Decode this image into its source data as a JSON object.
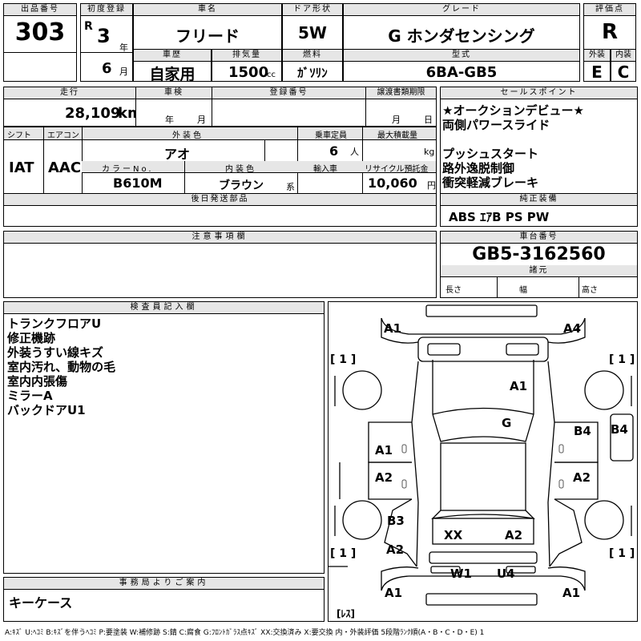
{
  "header": {
    "lot_label": "出品番号",
    "lot": "303",
    "first_reg_label": "初度登録",
    "era": "R",
    "year": "3",
    "year_unit": "年",
    "month": "6",
    "month_unit": "月",
    "car_name_label": "車名",
    "car_name": "フリード",
    "door_label": "ドア形状",
    "door": "5W",
    "grade_label": "グレード",
    "grade": "G ホンダセンシング",
    "score_label": "評価点",
    "score": "R",
    "history_label": "車歴",
    "history": "自家用",
    "displacement_label": "排気量",
    "displacement": "1500",
    "displacement_unit": "cc",
    "fuel_label": "燃料",
    "fuel": "ｶﾞｿﾘﾝ",
    "model_label": "型式",
    "model": "6BA-GB5",
    "exterior_label": "外装",
    "exterior": "E",
    "interior_label": "内装",
    "interior": "C"
  },
  "row2": {
    "mileage_label": "走行",
    "mileage": "28,109",
    "mileage_unit": "km",
    "inspection_label": "車検",
    "insp_year": "年",
    "insp_month": "月",
    "registration_label": "登録番号",
    "transfer_label": "譲渡書類期限",
    "transfer_month": "月",
    "transfer_day": "日"
  },
  "row3": {
    "shift_label": "シフト",
    "shift": "IAT",
    "ac_label": "エアコン",
    "ac": "AAC",
    "color_label": "外装色",
    "color": "アオ",
    "capacity_label": "乗車定員",
    "capacity": "6",
    "capacity_unit": "人",
    "max_load_label": "最大積載量",
    "max_load_unit": "kg",
    "color_no_label": "カラーNo.",
    "color_no": "B610M",
    "interior_color_label": "内装色",
    "interior_color": "ブラウン",
    "interior_color_unit": "系",
    "import_label": "輸入車",
    "recycle_label": "リサイクル預託金",
    "recycle": "10,060",
    "recycle_unit": "円",
    "later_parts_label": "後日発送部品"
  },
  "sales_points": {
    "label": "セールスポイント",
    "items": [
      "★オークションデビュー★",
      "両側パワースライド",
      "",
      "プッシュスタート",
      "路外逸脱制御",
      "衝突軽減ブレーキ"
    ]
  },
  "equipment": {
    "label": "純正装備",
    "value": "ABS ｴｱB PS PW"
  },
  "notes": {
    "label": "注意事項欄"
  },
  "chassis": {
    "label": "車台番号",
    "value": "GB5-3162560",
    "dims_label": "諸元",
    "length_label": "長さ",
    "width_label": "幅",
    "height_label": "高さ"
  },
  "inspector": {
    "label": "検査員記入欄",
    "lines": [
      "トランクフロアU",
      "修正機跡",
      "外装うすい線キズ",
      "室内汚れ、動物の毛",
      "室内内張傷",
      "ミラーA",
      "バックドアU1"
    ]
  },
  "office": {
    "label": "事務局よりご案内",
    "value": "キーケース"
  },
  "diagram": {
    "marks": {
      "a1_front_left": "A1",
      "a4_front_right": "A4",
      "a1_hood": "A1",
      "g_windshield": "G",
      "a1_left_front_door": "A1",
      "b4_right_front_door": "B4",
      "b4_right_mirror": "B4",
      "a2_left_rear_door": "A2",
      "a2_right_rear_door": "A2",
      "b3_left_quarter": "B3",
      "xx_roof": "XX",
      "a2_rear_glass": "A2",
      "a2_left_rear": "A2",
      "w1": "W1",
      "u4": "U4",
      "a1_rear_left": "A1",
      "a1_rear_right": "A1"
    },
    "wheel_fl": "[ 1 ]",
    "wheel_fr": "[ 1 ]",
    "wheel_rl": "[ 1 ]",
    "wheel_rr": "[ 1 ]",
    "spare": "[ﾚｽ]"
  },
  "legend": "A:ｷｽﾞ U:ﾍｺﾐ B:ｷｽﾞを伴うﾍｺﾐ P:要塗装 W:補修跡 S:錆 C:腐食 G:ﾌﾛﾝﾄｶﾞﾗｽ点ｷｽﾞ XX:交換済み X:要交換 内・外装評価 5段階ﾗﾝｸ順(A・B・C・D・E) 1"
}
